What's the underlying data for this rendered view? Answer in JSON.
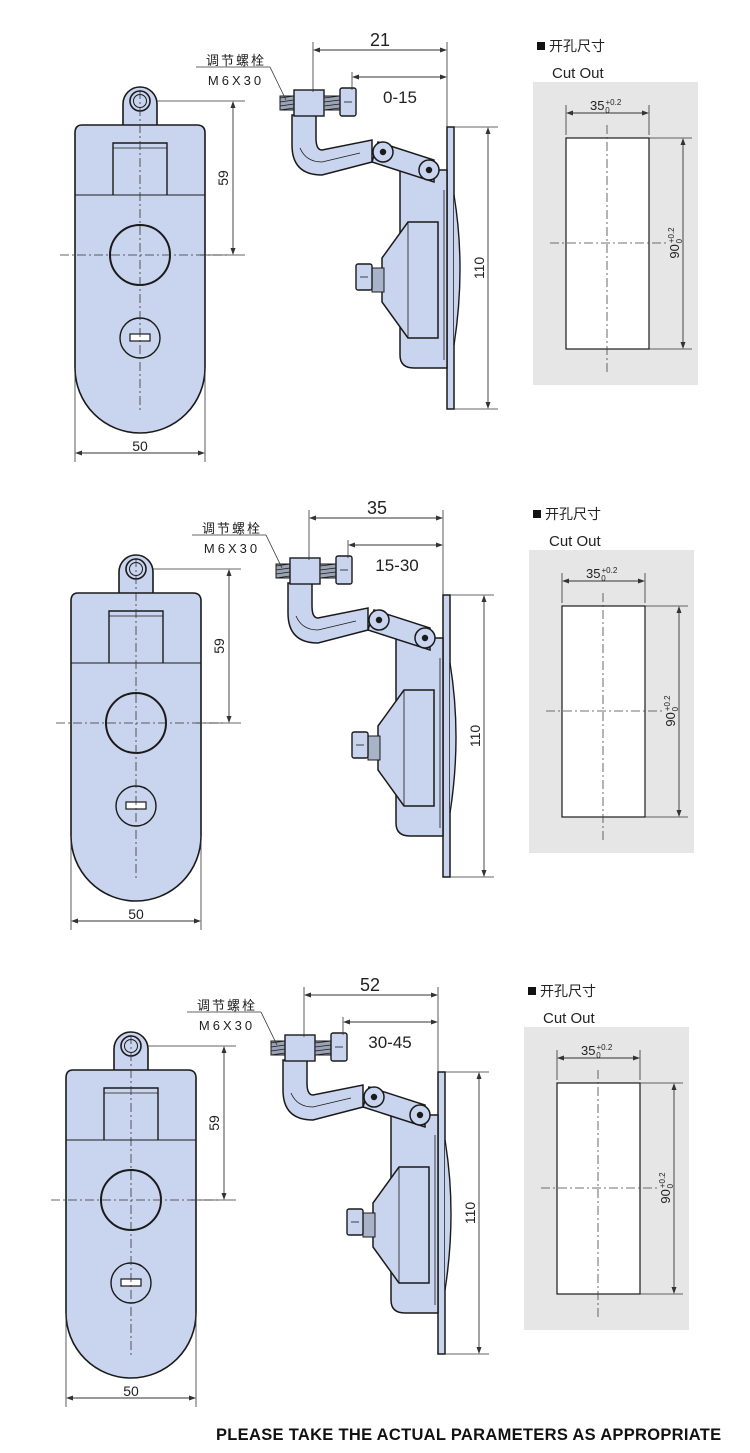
{
  "colors": {
    "body": "#c9d5ee",
    "outline": "#1a1a1a",
    "cutout_bg": "#e6e6e6",
    "cutout_rect": "#ffffff"
  },
  "footer_text": "PLEASE TAKE THE ACTUAL PARAMETERS AS APPROPRIATE",
  "variants": [
    {
      "bolt_label_cn": "调节螺栓",
      "bolt_label_spec": "M6X30",
      "width_dim": "50",
      "height_dim": "59",
      "side_total_dim": "21",
      "side_range_dim": "0-15",
      "side_height_dim": "110",
      "cutout_title_cn": "开孔尺寸",
      "cutout_title_en": "Cut Out",
      "cutout_w_base": "35",
      "cutout_w_tol": "+0.2 / 0",
      "cutout_h_base": "90",
      "cutout_h_tol": "+0.2 / 0"
    },
    {
      "bolt_label_cn": "调节螺栓",
      "bolt_label_spec": "M6X30",
      "width_dim": "50",
      "height_dim": "59",
      "side_total_dim": "35",
      "side_range_dim": "15-30",
      "side_height_dim": "110",
      "cutout_title_cn": "开孔尺寸",
      "cutout_title_en": "Cut Out",
      "cutout_w_base": "35",
      "cutout_w_tol": "+0.2 / 0",
      "cutout_h_base": "90",
      "cutout_h_tol": "+0.2 / 0"
    },
    {
      "bolt_label_cn": "调节螺栓",
      "bolt_label_spec": "M6X30",
      "width_dim": "50",
      "height_dim": "59",
      "side_total_dim": "52",
      "side_range_dim": "30-45",
      "side_height_dim": "110",
      "cutout_title_cn": "开孔尺寸",
      "cutout_title_en": "Cut Out",
      "cutout_w_base": "35",
      "cutout_w_tol": "+0.2 / 0",
      "cutout_h_base": "90",
      "cutout_h_tol": "+0.2 / 0"
    }
  ]
}
